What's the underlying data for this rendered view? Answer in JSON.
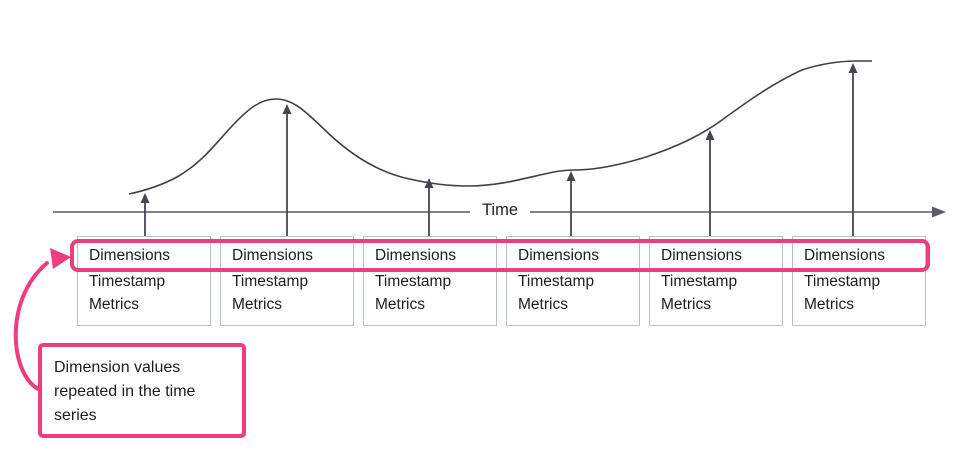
{
  "axis": {
    "label": "Time"
  },
  "records": [
    {
      "dimensions": "Dimensions",
      "timestamp": "Timestamp",
      "metrics": "Metrics"
    },
    {
      "dimensions": "Dimensions",
      "timestamp": "Timestamp",
      "metrics": "Metrics"
    },
    {
      "dimensions": "Dimensions",
      "timestamp": "Timestamp",
      "metrics": "Metrics"
    },
    {
      "dimensions": "Dimensions",
      "timestamp": "Timestamp",
      "metrics": "Metrics"
    },
    {
      "dimensions": "Dimensions",
      "timestamp": "Timestamp",
      "metrics": "Metrics"
    },
    {
      "dimensions": "Dimensions",
      "timestamp": "Timestamp",
      "metrics": "Metrics"
    }
  ],
  "callout": {
    "text": "Dimension values repeated in the time series"
  },
  "colors": {
    "accent": "#EE3D7E",
    "line": "#45454F",
    "box_border": "#B9C0CB",
    "text": "#1C1C22"
  }
}
